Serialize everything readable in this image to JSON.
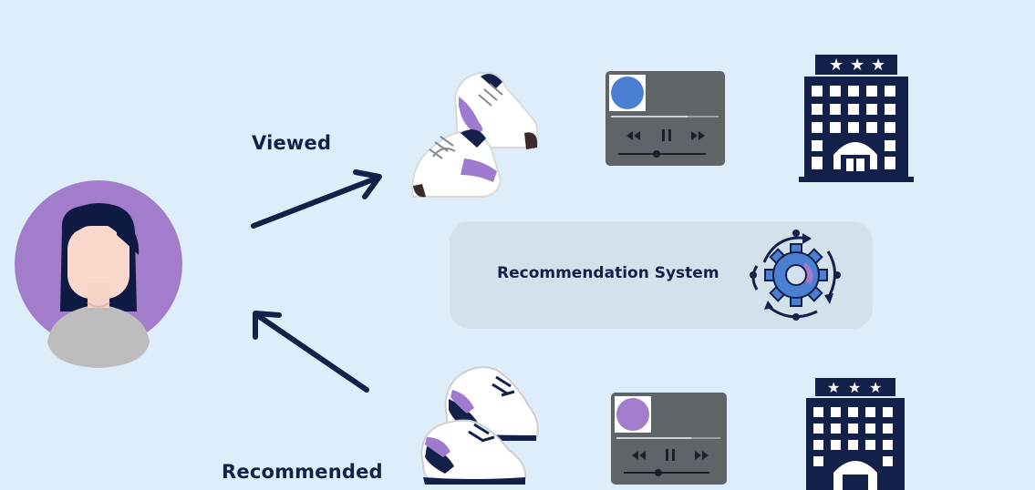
{
  "labels": {
    "viewed": "Viewed",
    "recommended": "Recommended"
  },
  "recommendation": {
    "title": "Recommendation System",
    "icon": "gear-cycle-icon"
  },
  "items": {
    "viewed": [
      "sneakers-icon",
      "media-player-icon",
      "hotel-building-icon"
    ],
    "recommended": [
      "sneakers-icon",
      "media-player-icon",
      "hotel-building-icon"
    ]
  },
  "colors": {
    "background": "#ddeefa",
    "navy": "#13214a",
    "purple": "#a37ccb",
    "blue": "#4b7fd1",
    "player": "#5e6467",
    "box": "#d2e1ea"
  }
}
